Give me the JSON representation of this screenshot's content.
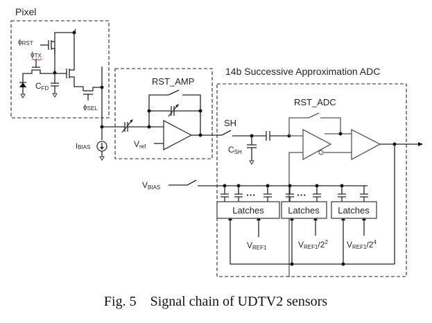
{
  "labels": {
    "pixel_block": "Pixel",
    "adc_block": "14b Successive Approximation ADC",
    "rst_amp": "RST_AMP",
    "rst_adc": "RST_ADC",
    "sh": "SH",
    "phi_rst": {
      "main": "ϕ",
      "sub": "RST"
    },
    "phi_tx": {
      "main": "ϕ",
      "sub": "TX"
    },
    "phi_sel": {
      "main": "ϕ",
      "sub": "SEL"
    },
    "c_fd": {
      "main": "C",
      "sub": "FD"
    },
    "c_sh": {
      "main": "C",
      "sub": "SH"
    },
    "i_bias": {
      "main": "I",
      "sub": "BIAS"
    },
    "v_ref": {
      "main": "V",
      "sub": "ref"
    },
    "v_bias": {
      "main": "V",
      "sub": "BIAS"
    },
    "vref1": {
      "main": "V",
      "sub": "REF1",
      "suffix": ""
    },
    "vref1_2_2": {
      "main": "V",
      "sub": "REF1",
      "suffix": "/2",
      "exp": "2"
    },
    "vref1_2_4": {
      "main": "V",
      "sub": "REF1",
      "suffix": "/2",
      "exp": "4"
    },
    "ellipsis": "···"
  },
  "latches": [
    "Latches",
    "Latches",
    "Latches"
  ],
  "caption": "Fig. 5    Signal chain of UDTV2 sensors"
}
